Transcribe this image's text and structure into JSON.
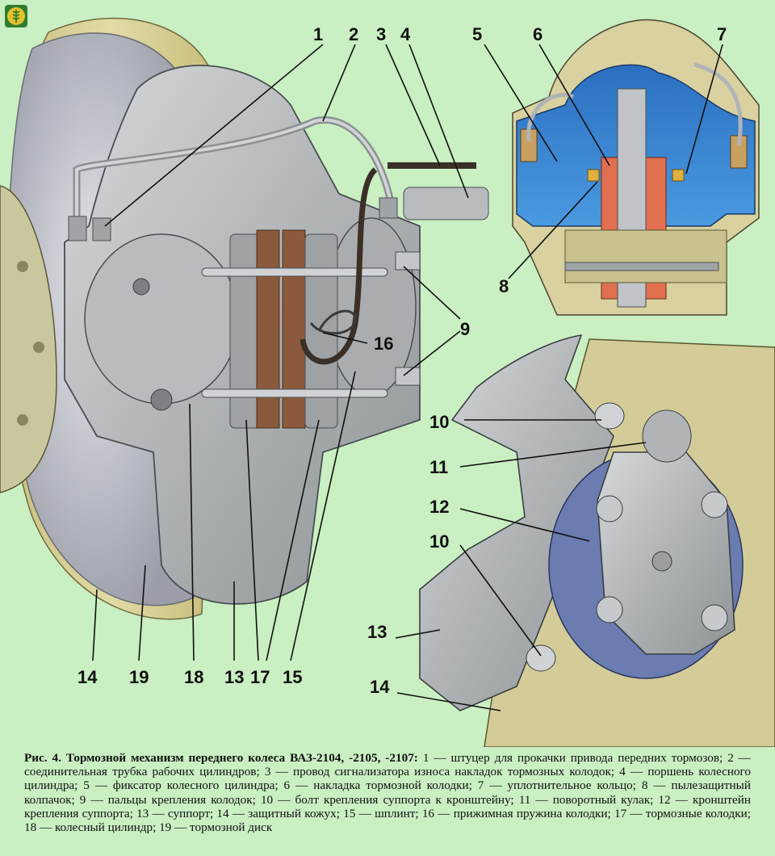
{
  "callouts": {
    "c1": "1",
    "c2": "2",
    "c3": "3",
    "c4": "4",
    "c5": "5",
    "c6": "6",
    "c7": "7",
    "c8": "8",
    "c9": "9",
    "c10a": "10",
    "c10b": "10",
    "c11": "11",
    "c12": "12",
    "c13a": "13",
    "c13b": "13",
    "c14a": "14",
    "c14b": "14",
    "c15": "15",
    "c16": "16",
    "c17": "17",
    "c18": "18",
    "c19": "19"
  },
  "caption": {
    "title": "Рис. 4. Тормозной механизм переднего колеса ВАЗ-2104,  -2105,  -2107:",
    "text": " 1 — штуцер для прокачки привода передних тормозов;  2 — соединительная трубка рабочих цилиндров;  3 — провод сигнализатора износа накладок тормозных колодок; 4 — поршень колесного цилиндра; 5 — фиксатор колесного цилиндра;  6 — накладка тормозной колодки;  7 — уплотнительное кольцо;  8 — пылезащитный колпачок;  9 — пальцы крепления колодок;  10 — болт крепления суппорта к кронштейну;  11 — поворотный кулак; 12 — кронштейн крепления суппорта; 13 — суппорт; 14 — защитный кожух; 15 — шплинт; 16 — прижимная пружина колодки; 17 — тормозные колодки;  18 — колесный цилиндр;  19 — тормозной диск"
  },
  "colors": {
    "background": "#c9efc2",
    "shield": "#d8cf90",
    "metal": "#b4b8ba",
    "hose": "#3a3028",
    "lining": "#8b5a3c",
    "cylinder_blue": "#2f7fd0",
    "piston_red": "#e07050",
    "logo": "#e6c02a"
  },
  "icons": {
    "logo": "wheat-logo-icon"
  }
}
